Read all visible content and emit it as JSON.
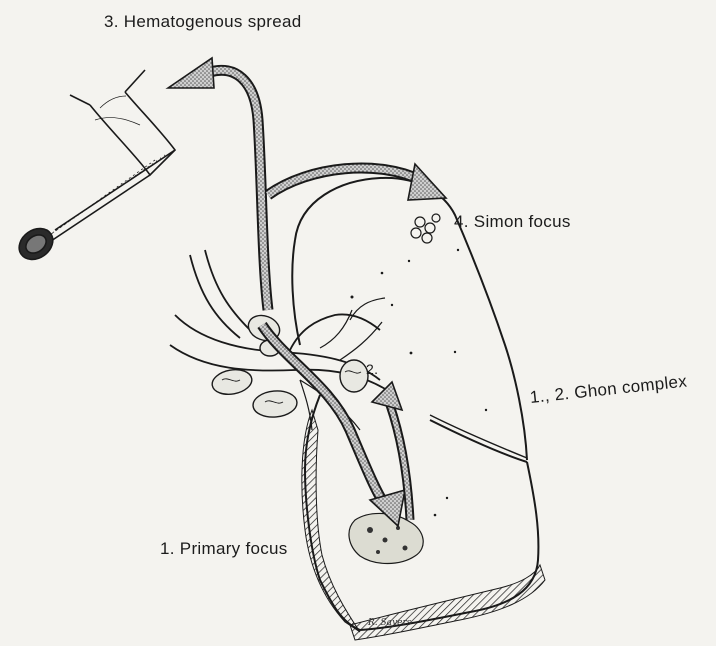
{
  "labels": {
    "hematogenous": "3. Hematogenous spread",
    "simon": "4. Simon focus",
    "ghon": "1., 2. Ghon complex",
    "primary": "1. Primary focus",
    "lymph_step": "2."
  },
  "signature": "R. Sayers",
  "colors": {
    "ink": "#1a1a1a",
    "paper": "#f4f3ef",
    "arrow_fill": "#b8b8b8"
  }
}
